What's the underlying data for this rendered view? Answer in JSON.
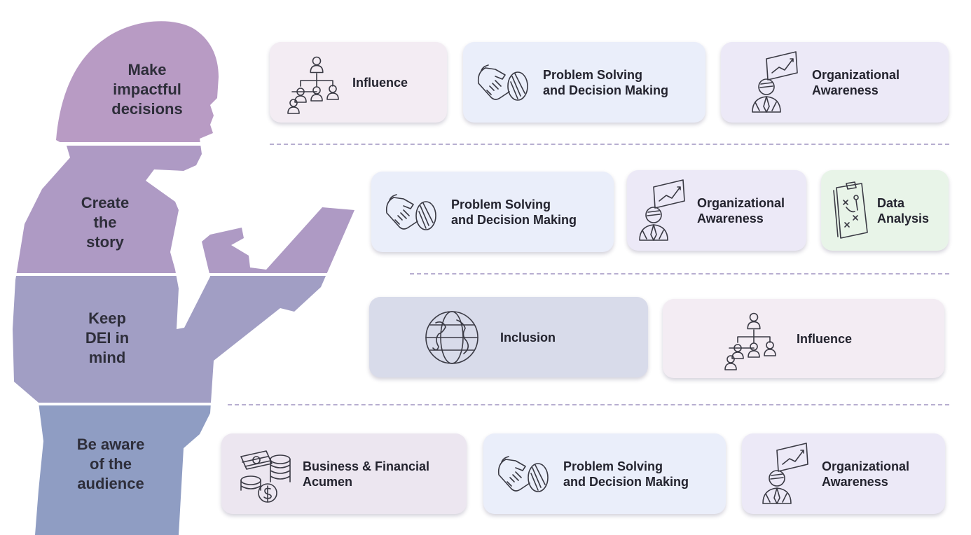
{
  "colors": {
    "band_1": "#b89bc4",
    "band_2": "#ae9ac4",
    "band_3": "#a19ec4",
    "band_4": "#8f9dc3",
    "card_influence": "#f3ecf3",
    "card_problem_solving": "#eaeefa",
    "card_org_awareness": "#ece9f7",
    "card_data_analysis": "#e8f4e8",
    "card_inclusion": "#d8dbea",
    "card_business": "#ece6f0",
    "divider": "#b7aed0"
  },
  "bands": [
    {
      "label": "Make\nimpactful\ndecisions",
      "cards": [
        {
          "label": "Influence",
          "icon": "org-chart-icon"
        },
        {
          "label": "Problem Solving\nand Decision Making",
          "icon": "handshake-icon"
        },
        {
          "label": "Organizational\nAwareness",
          "icon": "presenter-chart-icon"
        }
      ]
    },
    {
      "label": "Create\nthe\nstory",
      "cards": [
        {
          "label": "Problem Solving\nand Decision Making",
          "icon": "handshake-icon"
        },
        {
          "label": "Organizational\nAwareness",
          "icon": "presenter-chart-icon"
        },
        {
          "label": "Data\nAnalysis",
          "icon": "clipboard-strategy-icon"
        }
      ]
    },
    {
      "label": "Keep\nDEI in\nmind",
      "cards": [
        {
          "label": "Inclusion",
          "icon": "globe-icon"
        },
        {
          "label": "Influence",
          "icon": "org-chart-icon"
        }
      ]
    },
    {
      "label": "Be aware\nof the\naudience",
      "cards": [
        {
          "label": "Business & Financial\nAcumen",
          "icon": "money-coins-icon"
        },
        {
          "label": "Problem Solving\nand Decision Making",
          "icon": "handshake-icon"
        },
        {
          "label": "Organizational\nAwareness",
          "icon": "presenter-chart-icon"
        }
      ]
    }
  ]
}
